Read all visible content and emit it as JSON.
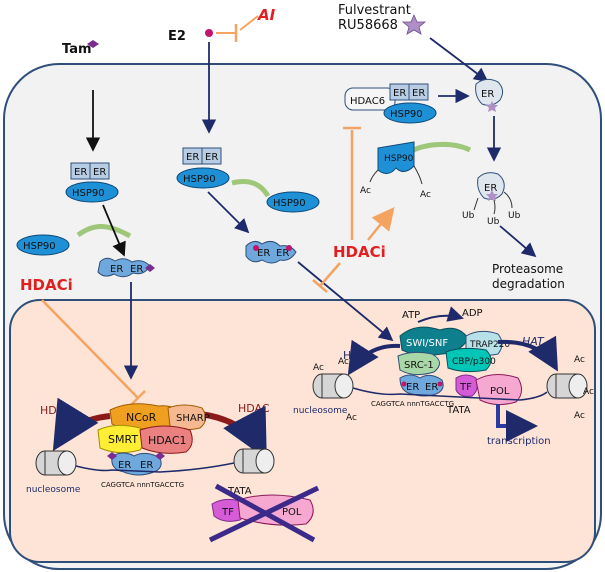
{
  "labels": {
    "tam": "Tam",
    "e2": "E2",
    "ai": "AI",
    "fulvestrant_1": "Fulvestrant",
    "fulvestrant_2": "RU58668",
    "er": "ER",
    "hsp90": "HSP90",
    "hdac6": "HDAC6",
    "hdaci_left": "HDACi",
    "hdaci_center": "HDACi",
    "ac": "Ac",
    "ub": "Ub",
    "proteasome_1": "Proteasome",
    "proteasome_2": "degradation",
    "atp": "ATP",
    "adp": "ADP",
    "hat": "HAT",
    "swi_snf": "SWI/SNF",
    "trap220": "TRAP220",
    "src1": "SRC-1",
    "cbp_p300": "CBP/p300",
    "tf": "TF",
    "pol": "POL",
    "tata": "TATA",
    "transcription": "transcription",
    "nucleosome": "nucleosome",
    "ere_seq": "CAGGTCA nnnTGACCTG",
    "hdac": "HDAC",
    "ncor": "NCoR",
    "sharp": "SHARP",
    "smrt": "SMRT",
    "hdac1": "HDAC1"
  },
  "colors": {
    "cytoplasm_fill": "#f2f2f2",
    "nucleus_fill": "#fde4d6",
    "membrane_stroke": "#2f4f7a",
    "er_box_fill": "#b8cce4",
    "hsp90_fill": "#1e90d6",
    "er_cluster_fill": "#6fa8dc",
    "inhibitor_orange": "#f4a460",
    "hdaci_red": "#e02020",
    "ai_red": "#e02020",
    "arrow_navy": "#1f2a6b",
    "hdac_arrow": "#8b1a1a",
    "drug_purple": "#7b2c8f",
    "ligand_magenta": "#c0166d"
  }
}
